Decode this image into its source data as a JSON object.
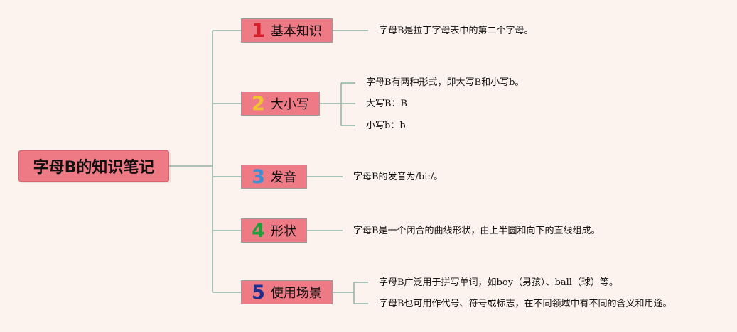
{
  "root": {
    "label": "字母B的知识笔记"
  },
  "topics": [
    {
      "number": "1",
      "label": "基本知识",
      "number_color": "#d8202c",
      "details": [
        "字母B是拉丁字母表中的第二个字母。"
      ]
    },
    {
      "number": "2",
      "label": "大小写",
      "number_color": "#f2c230",
      "details": [
        "字母B有两种形式，即大写B和小写b。",
        "大写B：B",
        "小写b：b"
      ]
    },
    {
      "number": "3",
      "label": "发音",
      "number_color": "#3a8fd6",
      "details": [
        "字母B的发音为/bi:/。"
      ]
    },
    {
      "number": "4",
      "label": "形状",
      "number_color": "#1f9e3a",
      "details": [
        "字母B是一个闭合的曲线形状，由上半圆和向下的直线组成。"
      ]
    },
    {
      "number": "5",
      "label": "使用场景",
      "number_color": "#1d2f8f",
      "details": [
        "字母B广泛用于拼写单词，如boy（男孩）、ball（球）等。",
        "字母B也可用作代号、符号或标志，在不同领域中有不同的含义和用途。"
      ]
    }
  ],
  "colors": {
    "background": "#fdf3ee",
    "node": "#ee7a86",
    "connector": "#8fb5a8"
  }
}
